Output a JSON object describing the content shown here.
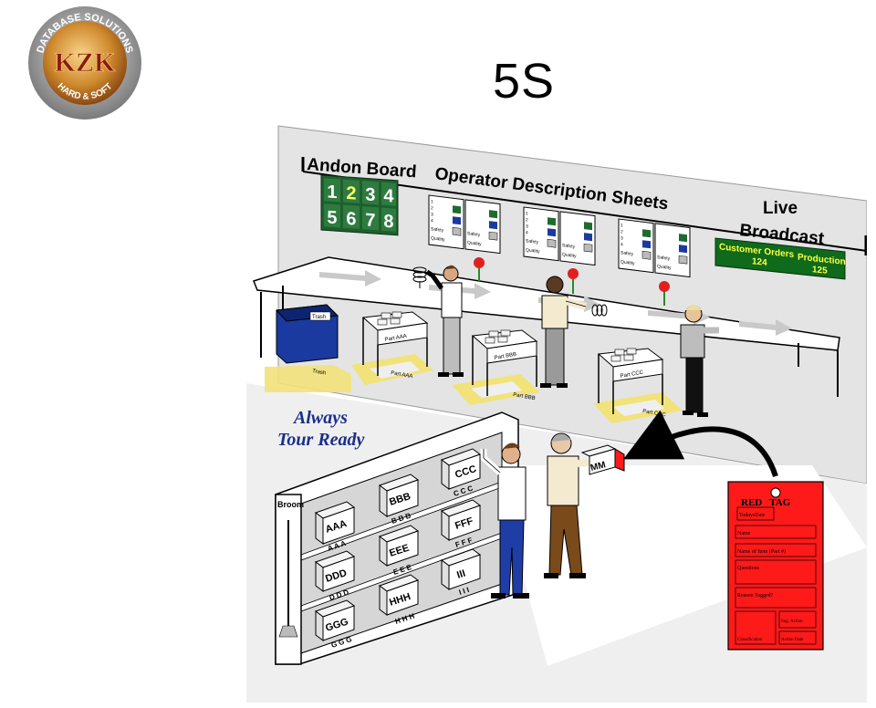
{
  "logo": {
    "ring_top": "DATABASE SOLUTIONS",
    "ring_bottom": "HARD & SOFT",
    "mark": "KZK"
  },
  "title": "5S",
  "wall": {
    "andon_title": "Andon Board",
    "andon_numbers": [
      "1",
      "2",
      "3",
      "4",
      "5",
      "6",
      "7",
      "8"
    ],
    "ods_title": "Operator Description Sheets",
    "sheet_rows": [
      "1",
      "2",
      "3",
      "4"
    ],
    "sheet_safety": "Safety",
    "sheet_quality": "Quality",
    "live_title_1": "Live",
    "live_title_2": "Broadcast",
    "live_orders_label": "Customer Orders",
    "live_orders_value": "124",
    "live_production_label": "Production",
    "live_production_value": "125"
  },
  "floor": {
    "trash_label": "Trash",
    "trash_floor": "Trash",
    "carts": [
      {
        "label": "Part AAA",
        "floor": "Part AAA"
      },
      {
        "label": "Part BBB",
        "floor": "Part BBB"
      },
      {
        "label": "Part CCC",
        "floor": "Part CCC"
      }
    ]
  },
  "slogan": {
    "line1": "Always",
    "line2": "Tour Ready"
  },
  "shelf": {
    "broom_label": "Broom",
    "bins": [
      {
        "box": "AAA",
        "label": "A A A"
      },
      {
        "box": "BBB",
        "label": "B B B"
      },
      {
        "box": "CCC",
        "label": "C C C"
      },
      {
        "box": "DDD",
        "label": "D D D"
      },
      {
        "box": "EEE",
        "label": "E E E"
      },
      {
        "box": "FFF",
        "label": "F F F"
      },
      {
        "box": "GGG",
        "label": "G G G"
      },
      {
        "box": "HHH",
        "label": "H H H"
      },
      {
        "box": "III",
        "label": "I I I"
      }
    ],
    "held_box": "MM"
  },
  "red_tag": {
    "title": "RED   TAG",
    "fields": [
      "TodaysDate",
      "Name",
      "Name of Item (Part #)",
      "Questions",
      "Reason Tagged?"
    ],
    "classification": "Classification",
    "sug_action": "Sug. Action",
    "action_date": "Action Date"
  },
  "colors": {
    "andon_bg": "#1f5f2e",
    "andon_digit": "#ffffff",
    "broadcast_bg": "#0f6a1c",
    "broadcast_text": "#ffff40",
    "red_tag": "#ff1a1a",
    "trash": "#1a3aa0",
    "slogan": "#1a2f8a",
    "floor_mark": "#f2e27a"
  }
}
